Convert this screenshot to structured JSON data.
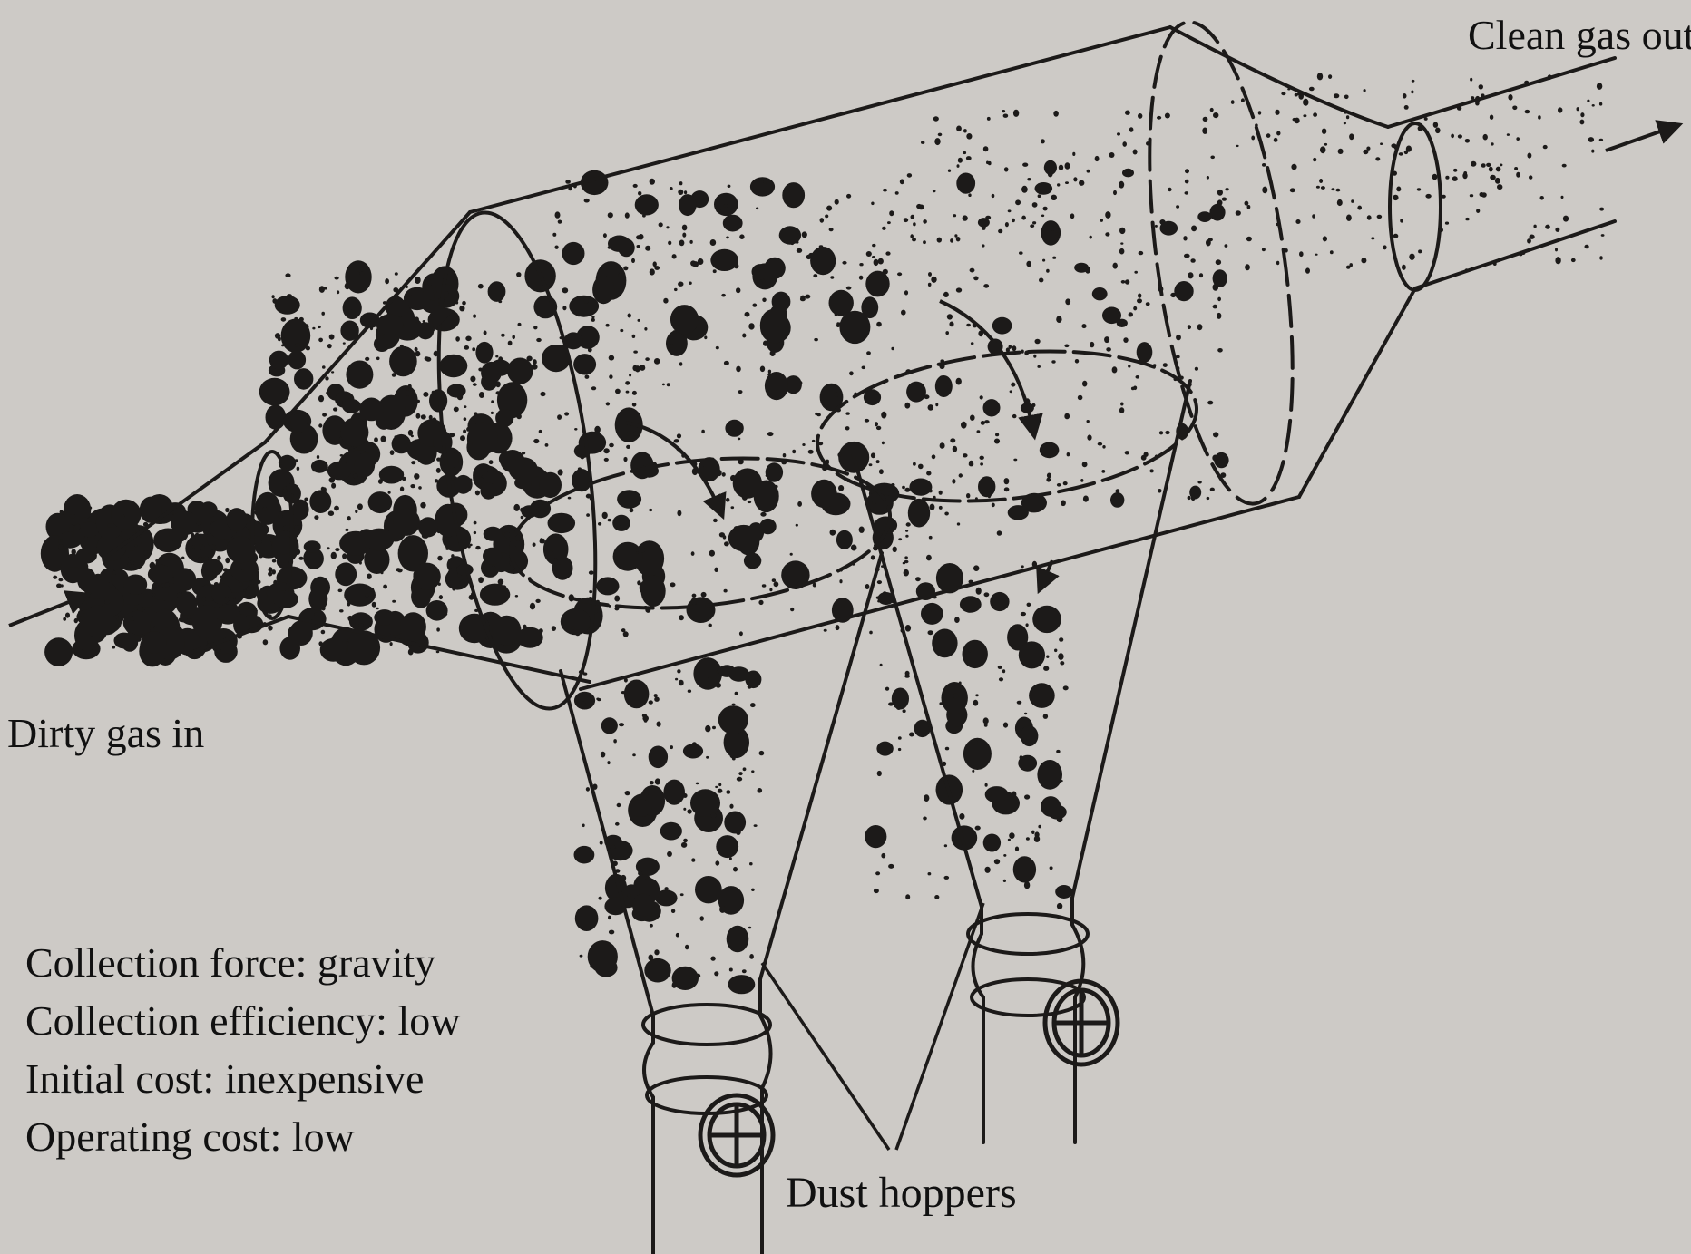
{
  "labels": {
    "clean_out": "Clean gas out",
    "dirty_in": "Dirty gas in",
    "hoppers": "Dust hoppers"
  },
  "properties": [
    {
      "label": "Collection force:",
      "value": "gravity"
    },
    {
      "label": "Collection efficiency:",
      "value": "low"
    },
    {
      "label": "Initial cost:",
      "value": "inexpensive"
    },
    {
      "label": "Operating cost:",
      "value": "low"
    }
  ],
  "colors": {
    "paper": "#cdcac6",
    "ink": "#1c1a19",
    "bleed": "#b9b6b2"
  }
}
